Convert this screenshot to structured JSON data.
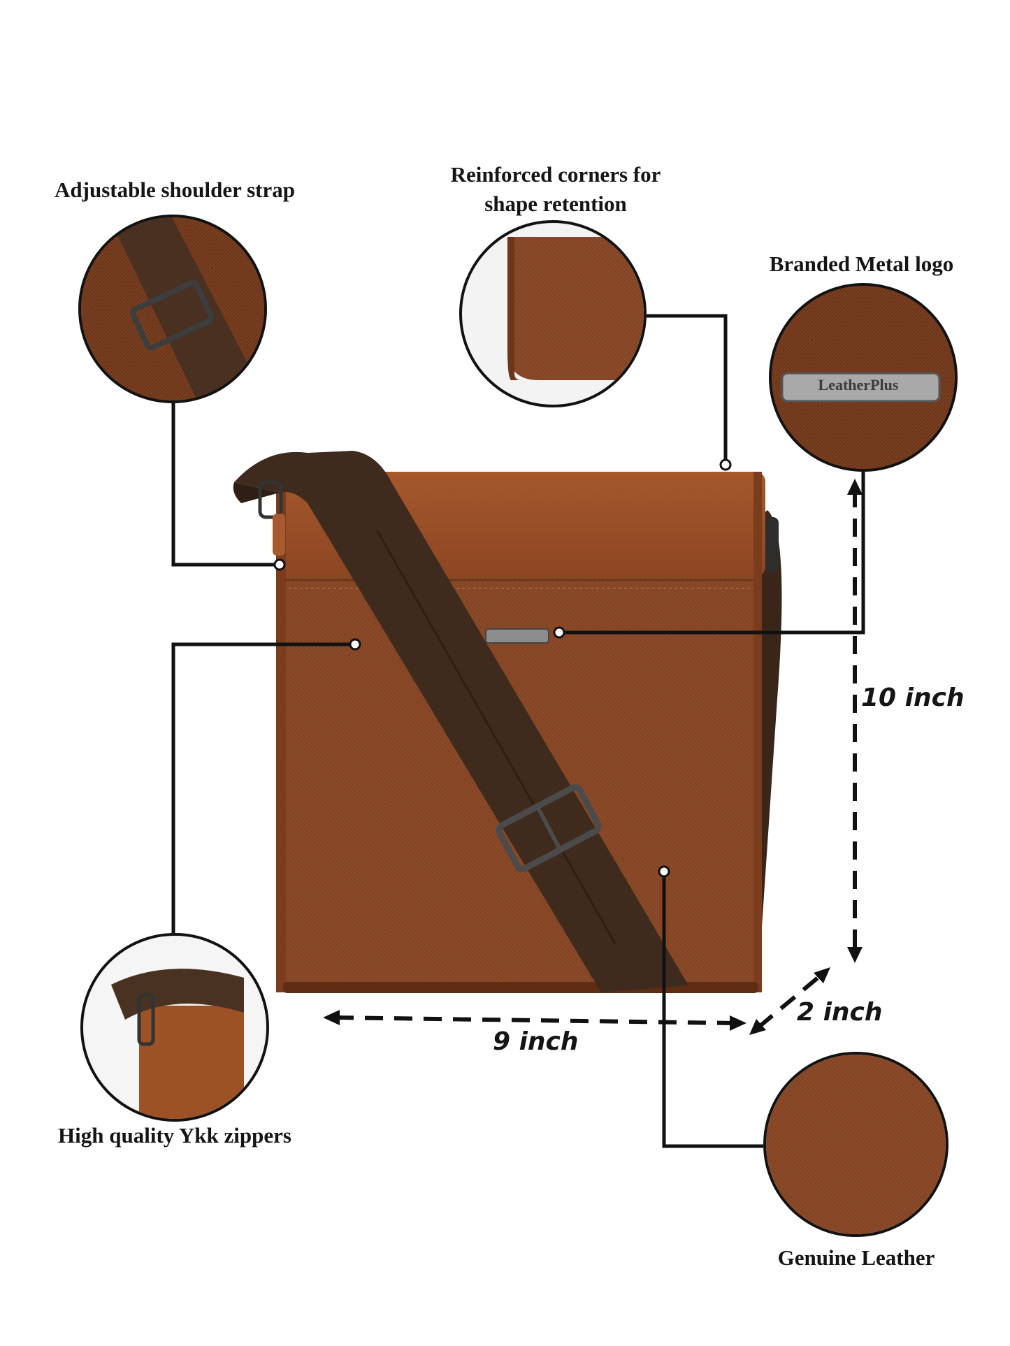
{
  "callouts": {
    "shoulder_strap": "Adjustable shoulder strap",
    "corners_line1": "Reinforced corners for",
    "corners_line2": "shape retention",
    "metal_logo": "Branded Metal logo",
    "zippers": "High quality Ykk zippers",
    "leather": "Genuine Leather"
  },
  "dimensions": {
    "height": "10 inch",
    "width": "9 inch",
    "depth": "2 inch"
  },
  "brand": {
    "logo_text": "LeatherPlus"
  },
  "colors": {
    "leather": "#8a4a28",
    "leather_dark": "#6e3a1f",
    "strap": "#3f2a1e",
    "line": "#111111",
    "background": "#ffffff"
  }
}
